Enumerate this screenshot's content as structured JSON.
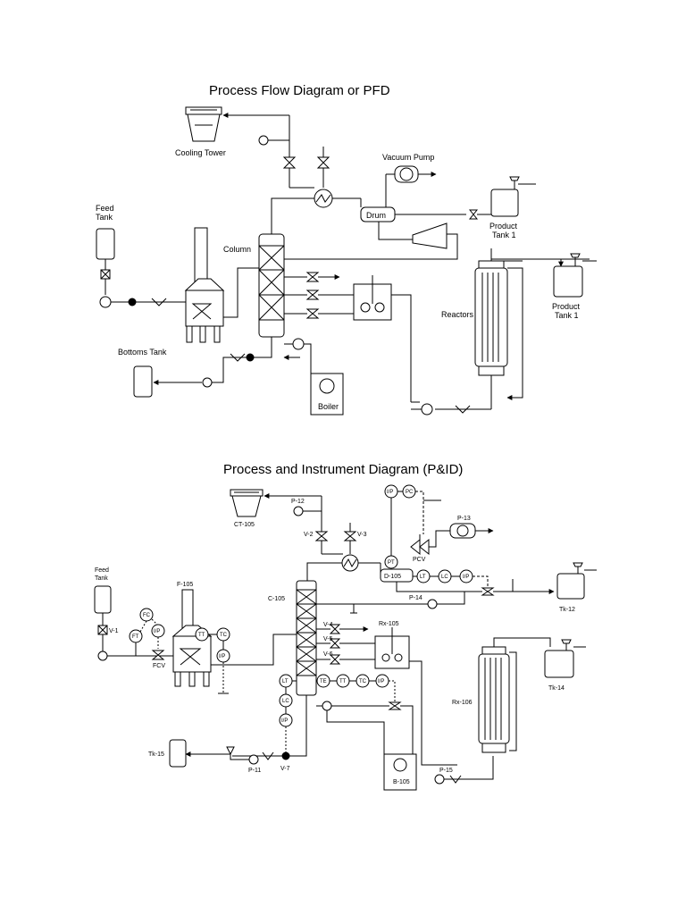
{
  "pfd": {
    "title": "Process Flow Diagram or PFD",
    "cooling_tower": "Cooling Tower",
    "vacuum_pump": "Vacuum Pump",
    "drum": "Drum",
    "feed_tank": [
      "Feed",
      "Tank"
    ],
    "column": "Column",
    "product_tank_a": [
      "Product",
      "Tank 1"
    ],
    "product_tank_b": [
      "Product",
      "Tank 1"
    ],
    "reactors": "Reactors",
    "bottoms_tank": "Bottoms Tank",
    "boiler": "Boiler"
  },
  "pid": {
    "title": "Process and Instrument Diagram (P&ID)",
    "cooling_tower": "CT-105",
    "pump_p12": "P-12",
    "valve_v2": "V-2",
    "valve_v3": "V-3",
    "inst_ip_top": "I/P",
    "inst_pc": "PC",
    "pump_p13": "P-13",
    "pcv": "PCV",
    "inst_pt": "PT",
    "drum": "D-105",
    "inst_lt_drum": "LT",
    "inst_lc_drum": "LC",
    "inst_ip_drum": "I/P",
    "pump_p14": "P-14",
    "tank_tk12": "Tk-12",
    "feed_tank": [
      "Feed",
      "Tank"
    ],
    "valve_v1": "V-1",
    "inst_fc": "FC",
    "inst_ft": "FT",
    "inst_ip_feed": "I/P",
    "fcv": "FCV",
    "furnace": "F-105",
    "inst_tt": "TT",
    "inst_tc": "TC",
    "inst_ip_furnace": "I/P",
    "column": "C-105",
    "valve_v4": "V-4",
    "valve_v5": "V-5",
    "valve_v6": "V-6",
    "reactor_rx105": "Rx-105",
    "inst_te": "TE",
    "inst_tt_col": "TT",
    "inst_tc_col": "TC",
    "inst_ip_col": "I/P",
    "inst_lt_col": "LT",
    "inst_lc_col": "LC",
    "inst_ip_lc": "I/P",
    "reactor_rx106": "Rx-106",
    "tank_tk14": "Tk-14",
    "tank_tk15": "Tk-15",
    "pump_p11": "P-11",
    "valve_v7": "V-7",
    "boiler": "B-105",
    "pump_p15": "P-15"
  }
}
